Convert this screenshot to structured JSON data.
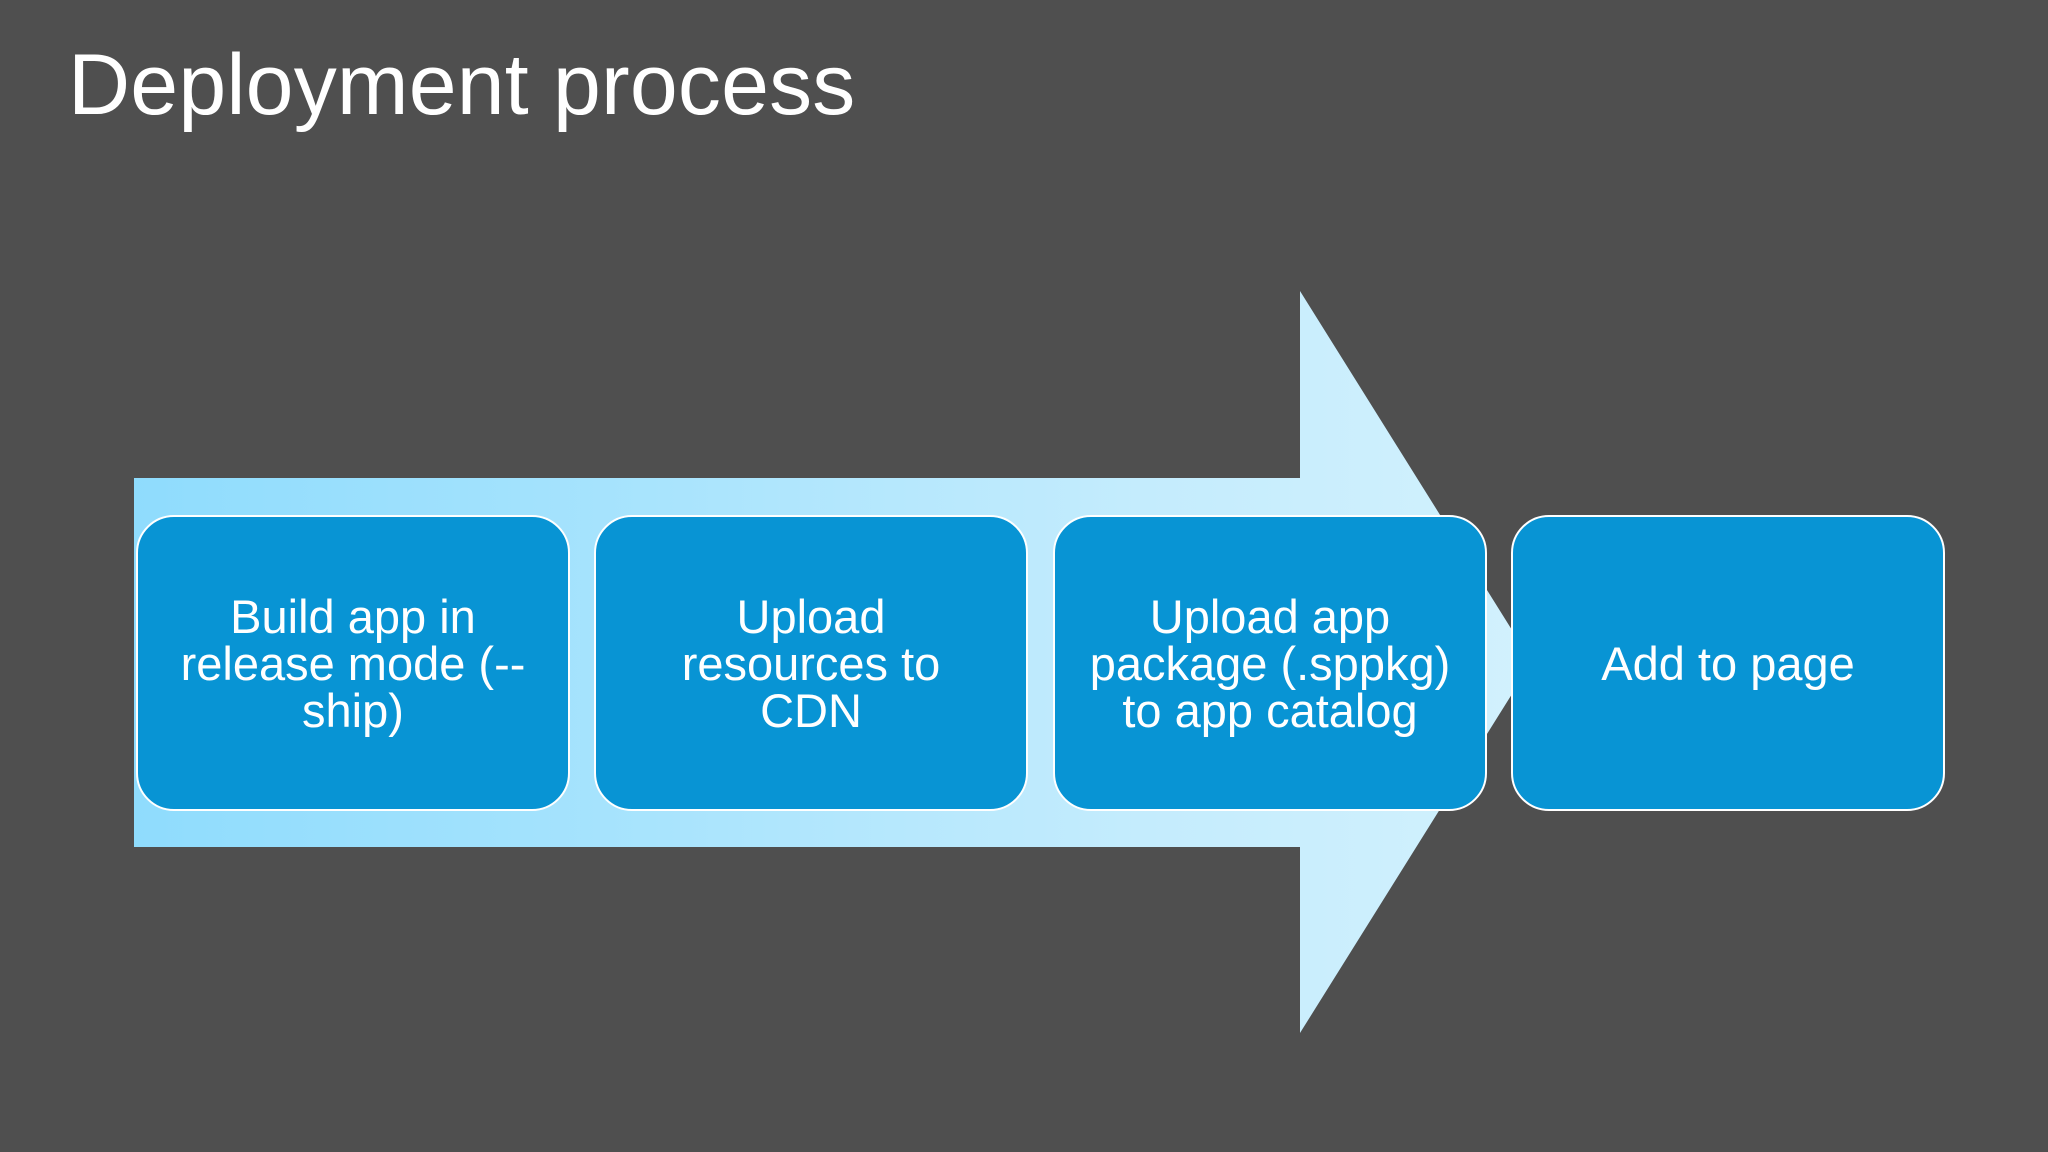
{
  "slide": {
    "title": "Deployment process",
    "background_color": "#4f4f4f",
    "title_color": "#ffffff"
  },
  "arrow": {
    "name": "right-pointing-process-arrow",
    "fill_start_color": "#8fdcfd",
    "fill_end_color": "#cdeffd",
    "direction": "right"
  },
  "process": {
    "box_fill_color": "#0894d4",
    "box_border_color": "#ffffff",
    "box_text_color": "#ffffff",
    "steps": [
      {
        "label": "Build app in\nrelease mode (--\nship)"
      },
      {
        "label": "Upload\nresources to\nCDN"
      },
      {
        "label": "Upload app\npackage (.sppkg)\nto app catalog"
      },
      {
        "label": "Add to page"
      }
    ]
  }
}
